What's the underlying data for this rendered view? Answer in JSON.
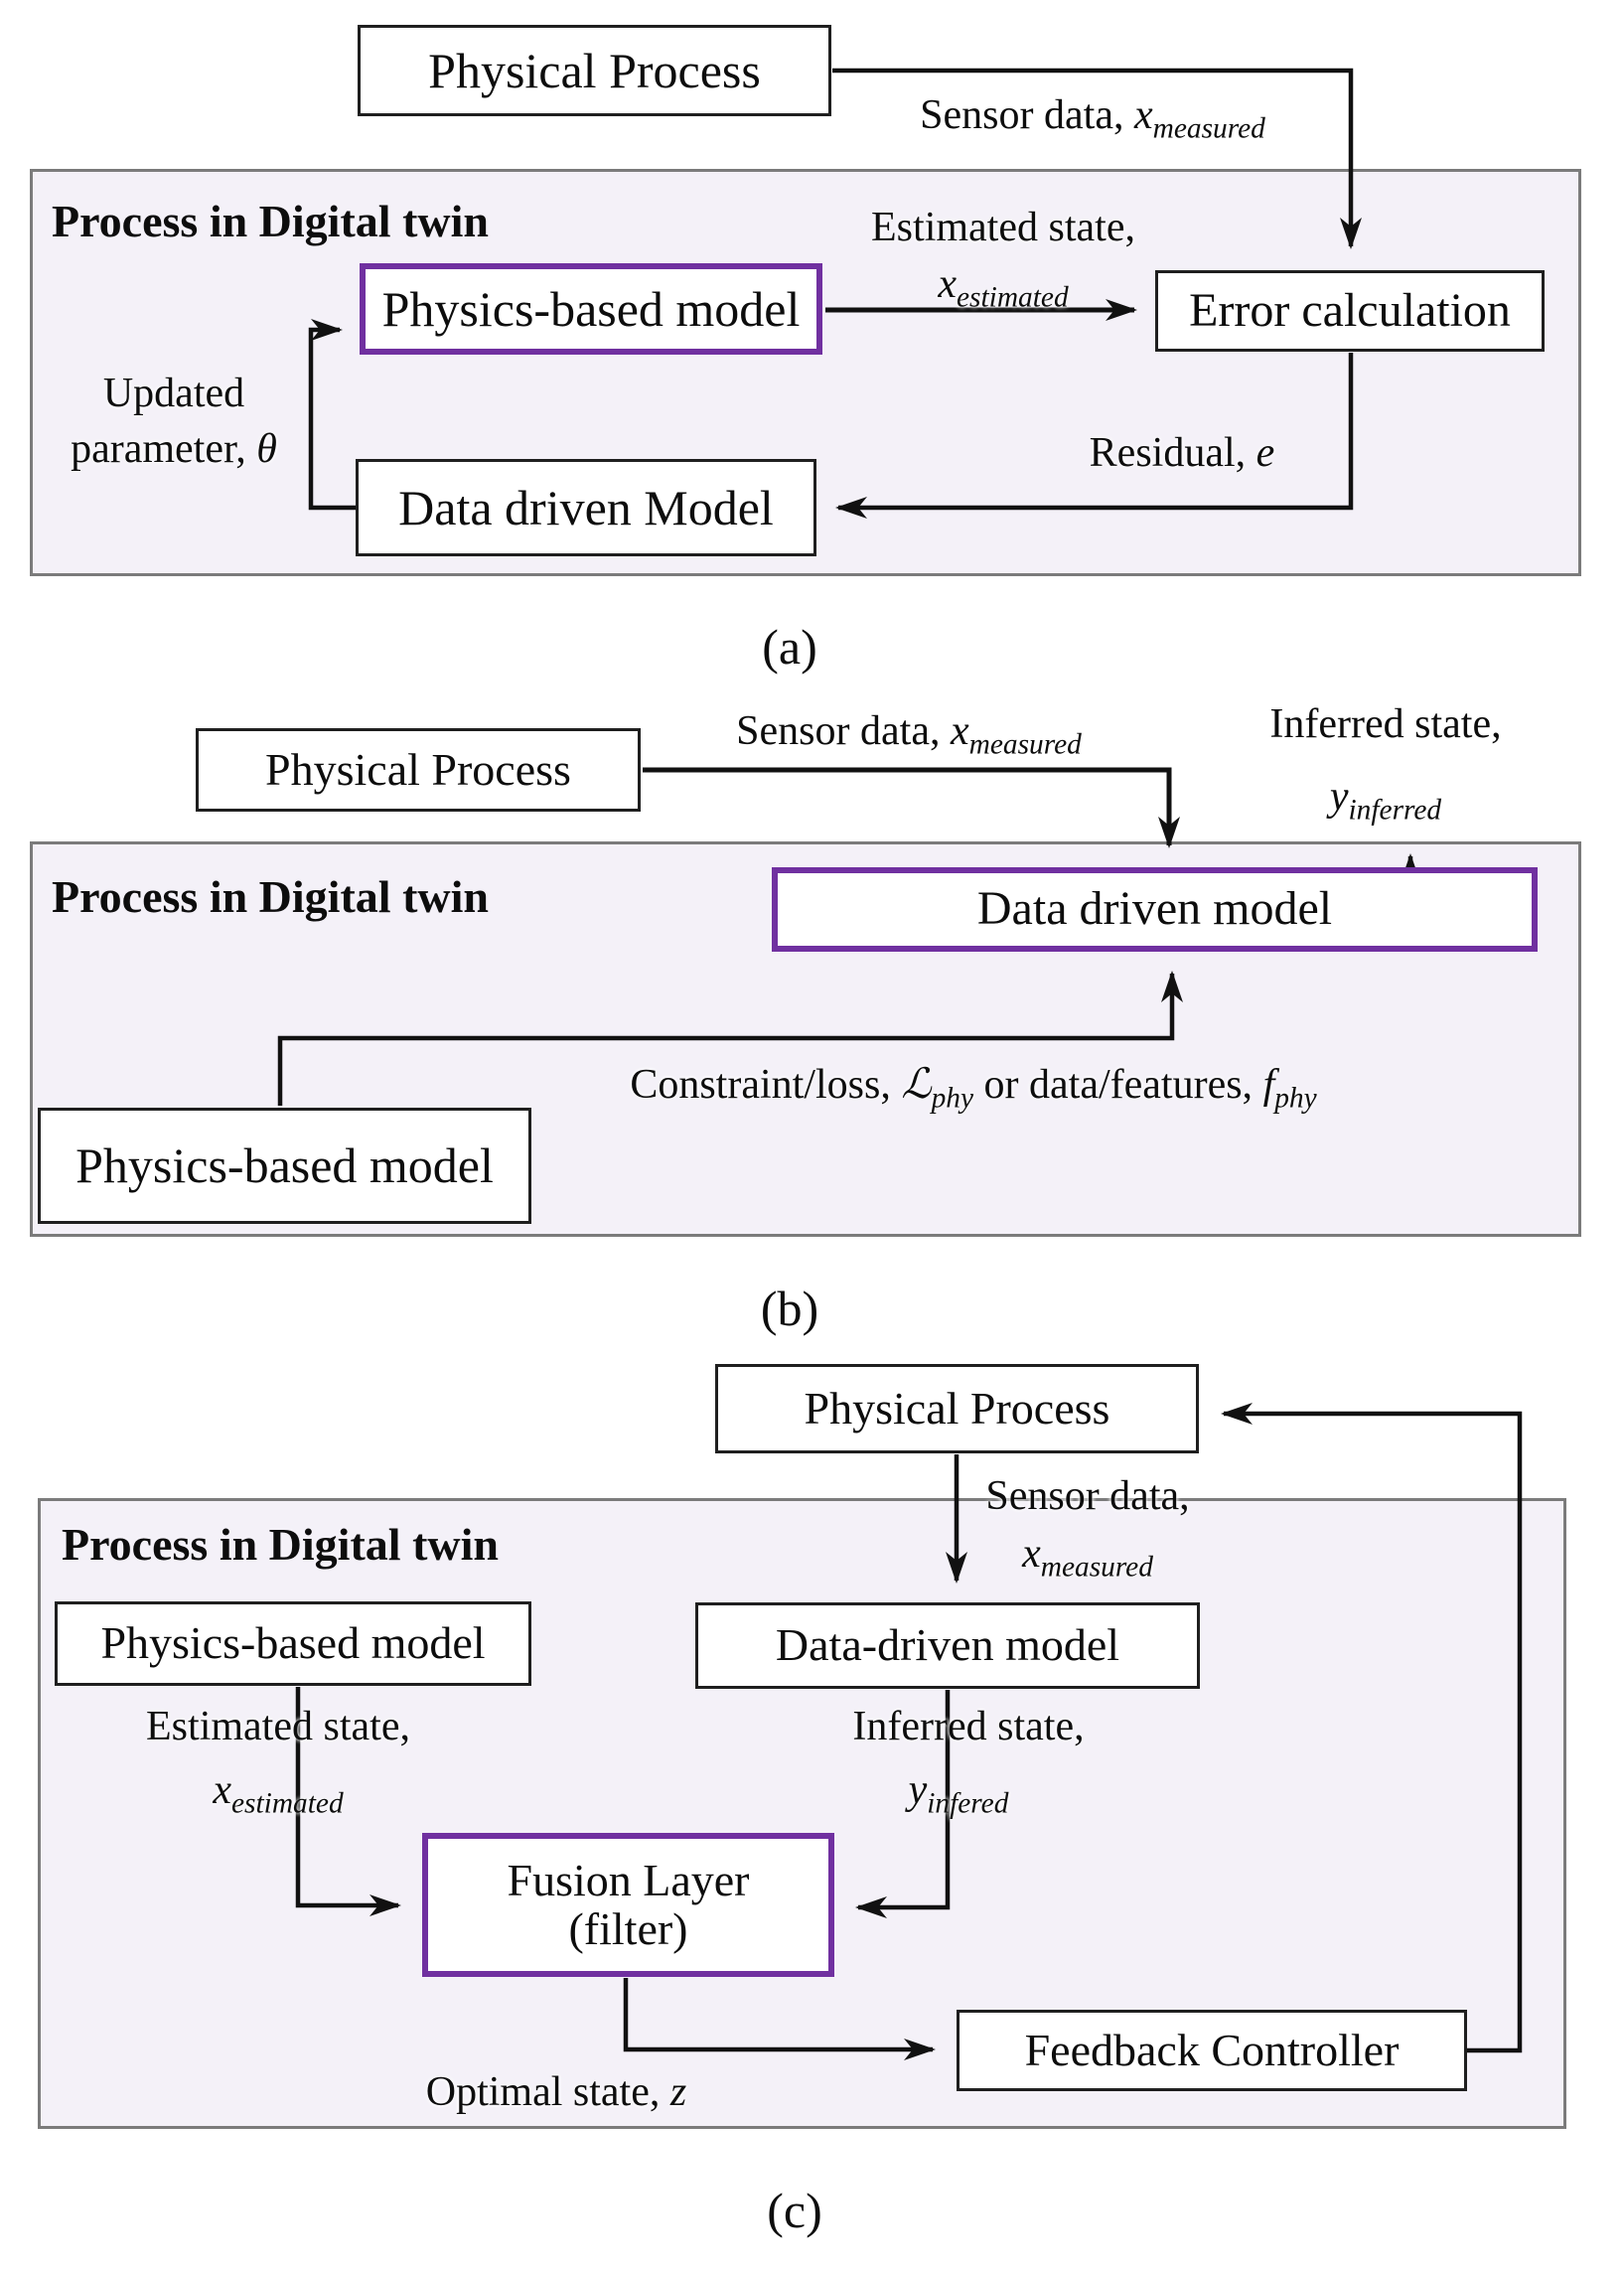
{
  "colors": {
    "accent_purple": "#7030A0",
    "panel_fill": "#F4F1F8",
    "panel_border": "#7B7B7B",
    "line_black": "#111111"
  },
  "panel_title": "Process in Digital twin",
  "diagram_a": {
    "caption": "(a)",
    "boxes": {
      "physical_process": "Physical Process",
      "physics_model": "Physics-based model",
      "error_calc": "Error calculation",
      "data_model": "Data driven Model"
    },
    "labels": {
      "sensor_prefix": "Sensor data, ",
      "sensor_var": "x",
      "sensor_sub": "measured",
      "estimated_line1": "Estimated state,",
      "estimated_var": "x",
      "estimated_sub": "estimated",
      "residual_prefix": "Residual, ",
      "residual_var": "e",
      "updated_line1": "Updated",
      "updated_line2_prefix": "parameter, ",
      "updated_var": "θ"
    }
  },
  "diagram_b": {
    "caption": "(b)",
    "boxes": {
      "physical_process": "Physical Process",
      "data_model": "Data driven model",
      "physics_model": "Physics-based model"
    },
    "labels": {
      "sensor_prefix": "Sensor data, ",
      "sensor_var": "x",
      "sensor_sub": "measured",
      "inferred_line1": "Inferred state,",
      "inferred_var": "y",
      "inferred_sub": "inferred",
      "constraint_p1": "Constraint/loss, ",
      "constraint_v1": "ℒ",
      "constraint_s1": "phy",
      "constraint_p2": " or data/features, ",
      "constraint_v2": "f",
      "constraint_s2": "phy"
    }
  },
  "diagram_c": {
    "caption": "(c)",
    "boxes": {
      "physical_process": "Physical Process",
      "physics_model": "Physics-based model",
      "data_model": "Data-driven model",
      "fusion_line1": "Fusion Layer",
      "fusion_line2": "(filter)",
      "feedback": "Feedback Controller"
    },
    "labels": {
      "sensor_line1": "Sensor data,",
      "sensor_var": "x",
      "sensor_sub": "measured",
      "estimated_line1": "Estimated state,",
      "estimated_var": "x",
      "estimated_sub": "estimated",
      "inferred_line1": "Inferred state,",
      "inferred_var": "y",
      "inferred_sub": "infered",
      "optimal_prefix": "Optimal state, ",
      "optimal_var": "z"
    }
  }
}
